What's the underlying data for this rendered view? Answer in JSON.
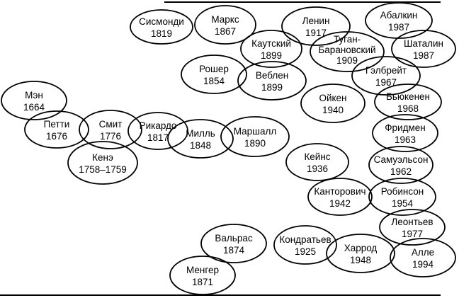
{
  "nodes": [
    {
      "id": "sismondi",
      "name": "Сисмонди",
      "year": "1819"
    },
    {
      "id": "marx",
      "name": "Маркс",
      "year": "1867"
    },
    {
      "id": "lenin",
      "name": "Ленин",
      "year": "1917"
    },
    {
      "id": "abalkin",
      "name": "Абалкин",
      "year": "1987"
    },
    {
      "id": "kautsky",
      "name": "Каутский",
      "year": "1899"
    },
    {
      "id": "tugan",
      "name": "Туган-Барановский",
      "year": "1909"
    },
    {
      "id": "shatalin",
      "name": "Шаталин",
      "year": "1987"
    },
    {
      "id": "roscher",
      "name": "Рошер",
      "year": "1854"
    },
    {
      "id": "veblen",
      "name": "Веблен",
      "year": "1899"
    },
    {
      "id": "galbraith",
      "name": "Гэлбрейт",
      "year": "1967"
    },
    {
      "id": "eucken",
      "name": "Ойкен",
      "year": "1940"
    },
    {
      "id": "buchanan",
      "name": "Бьюкенен",
      "year": "1968"
    },
    {
      "id": "mun",
      "name": "Мэн",
      "year": "1664"
    },
    {
      "id": "petty",
      "name": "Петти",
      "year": "1676"
    },
    {
      "id": "smith",
      "name": "Смит",
      "year": "1776"
    },
    {
      "id": "ricardo",
      "name": "Рикардо",
      "year": "1817"
    },
    {
      "id": "mill",
      "name": "Милль",
      "year": "1848"
    },
    {
      "id": "marshall",
      "name": "Маршалл",
      "year": "1890"
    },
    {
      "id": "friedman",
      "name": "Фридмен",
      "year": "1963"
    },
    {
      "id": "quesnay",
      "name": "Кенэ",
      "year": "1758–1759"
    },
    {
      "id": "keynes",
      "name": "Кейнс",
      "year": "1936"
    },
    {
      "id": "samuelson",
      "name": "Самуэльсон",
      "year": "1962"
    },
    {
      "id": "kantorovich",
      "name": "Канторович",
      "year": "1942"
    },
    {
      "id": "robinson",
      "name": "Робинсон",
      "year": "1954"
    },
    {
      "id": "leontief",
      "name": "Леонтьев",
      "year": "1977"
    },
    {
      "id": "walras",
      "name": "Вальрас",
      "year": "1874"
    },
    {
      "id": "kondratiev",
      "name": "Кондратьев",
      "year": "1925"
    },
    {
      "id": "harrod",
      "name": "Харрод",
      "year": "1948"
    },
    {
      "id": "allais",
      "name": "Алле",
      "year": "1994"
    },
    {
      "id": "menger",
      "name": "Менгер",
      "year": "1871"
    }
  ]
}
